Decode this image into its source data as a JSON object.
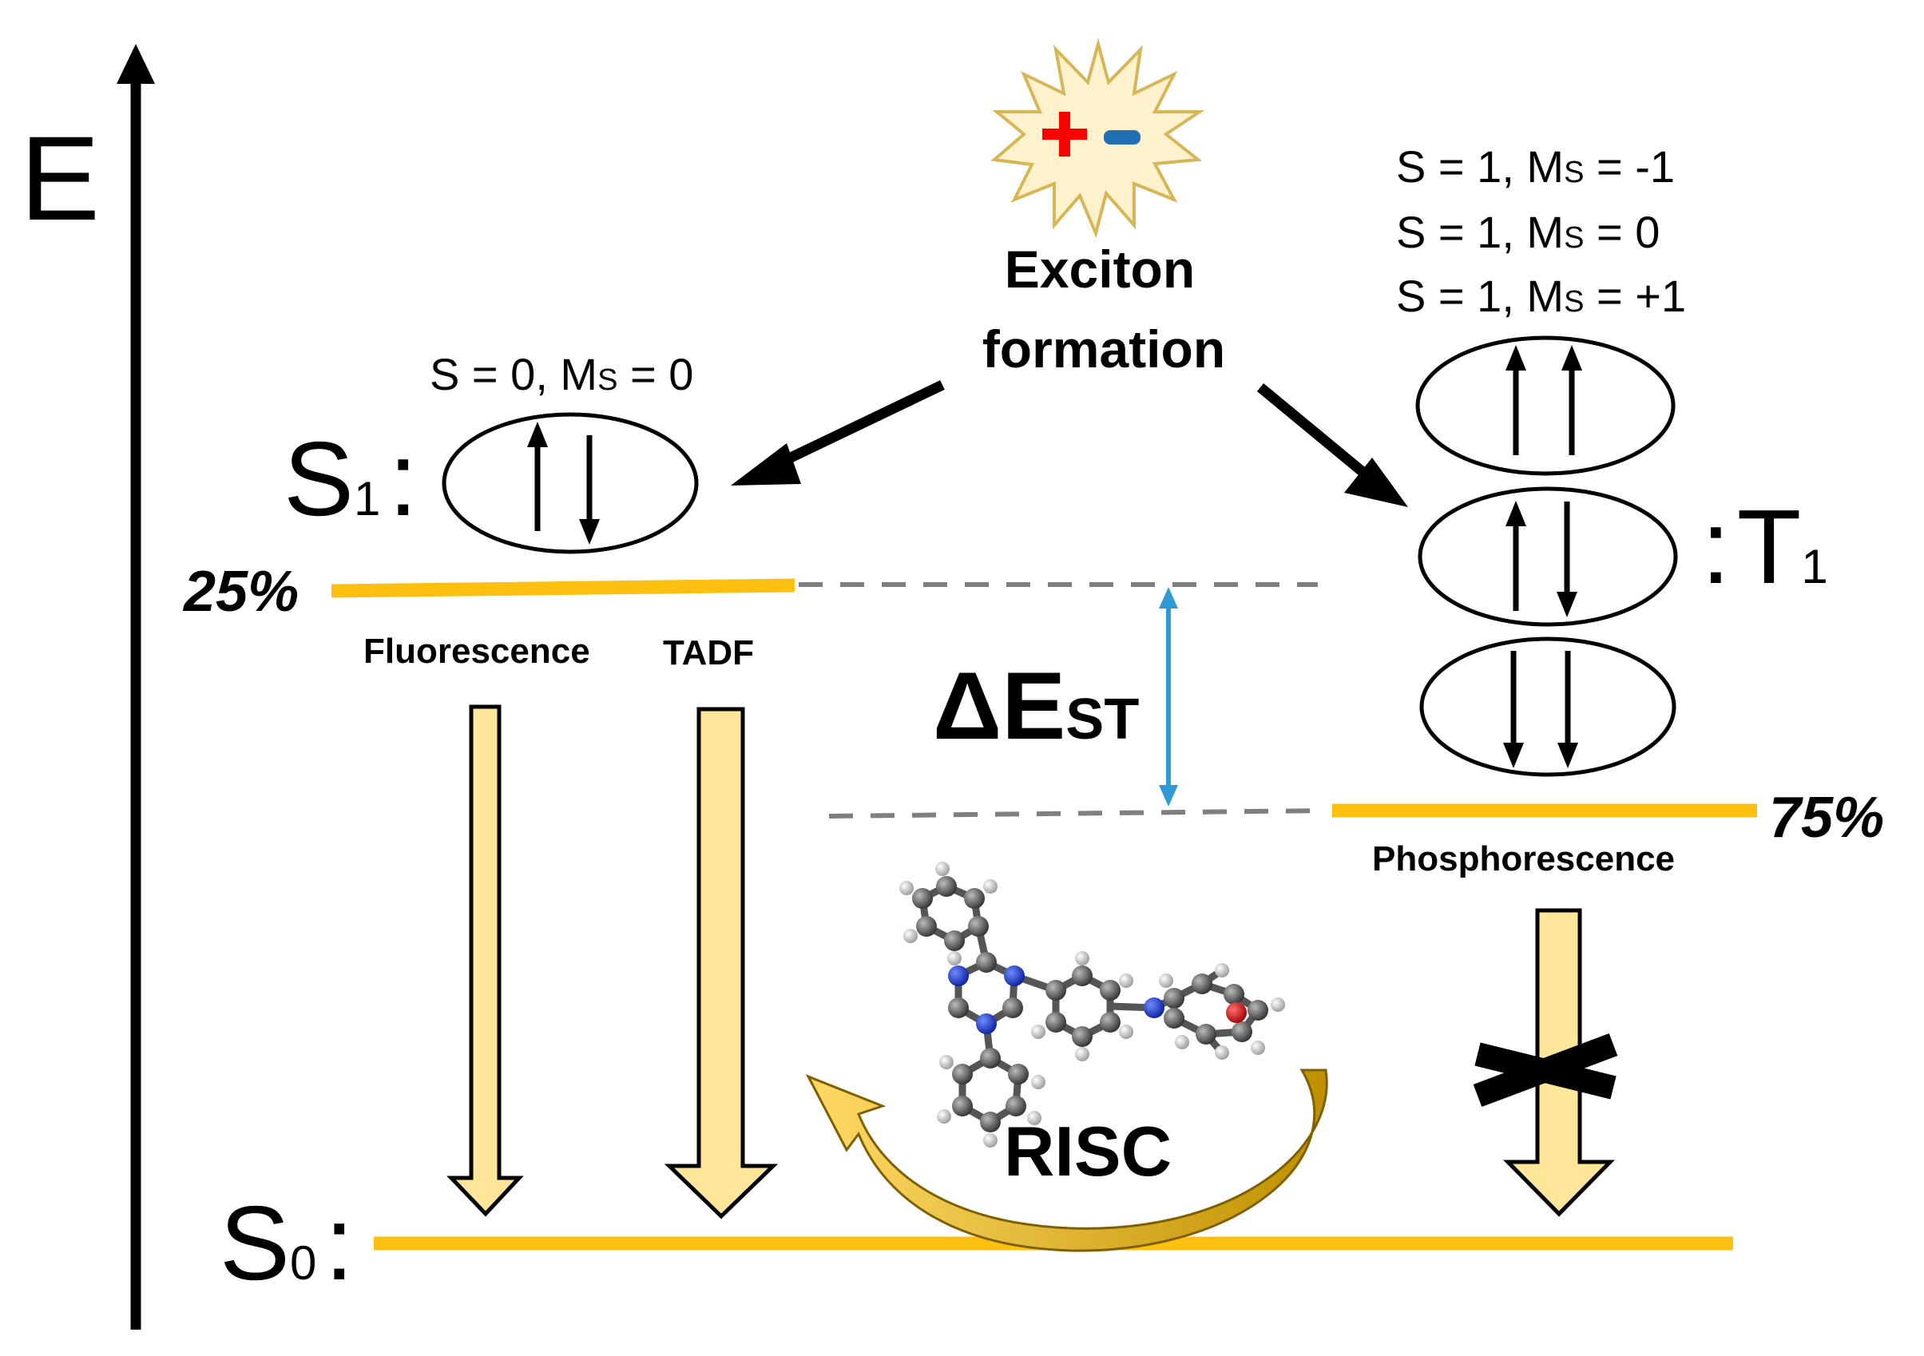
{
  "axis": {
    "label": "E"
  },
  "exciton": {
    "plus_symbol": "+",
    "minus_symbol": "-",
    "line1": "Exciton",
    "line2": "formation"
  },
  "singlet": {
    "main": "S",
    "sub": "1",
    "colon": ":",
    "spin_state": "S = 0, M",
    "spin_ms_sub": "S",
    "spin_tail": " = 0",
    "population": "25%"
  },
  "triplet": {
    "colon": ":",
    "main": "T",
    "sub": "1",
    "spin_states": [
      {
        "prefix": "S = 1, M",
        "sub": "S",
        "tail": " = -1"
      },
      {
        "prefix": "S = 1, M",
        "sub": "S",
        "tail": " =  0"
      },
      {
        "prefix": "S = 1, M",
        "sub": "S",
        "tail": " = +1"
      }
    ],
    "population": "75%"
  },
  "ground": {
    "main": "S",
    "sub": "0",
    "colon": ":"
  },
  "gap": {
    "symbol": "ΔE",
    "sub": "ST"
  },
  "processes": {
    "fluorescence": "Fluorescence",
    "tadf": "TADF",
    "phosphorescence": "Phosphorescence",
    "risc": "RISC"
  },
  "colors": {
    "energy_level": "#fdc010",
    "emission_arrow": "#ffe699",
    "risc_arrow_light": "#ffd966",
    "risc_arrow_dark": "#bf9000",
    "gap_arrow": "#2e9ad6",
    "dashes": "#7f7f7f",
    "plus": "#ff0000",
    "minus": "#1f6fb2",
    "starburst_fill": "#fff2cc",
    "starburst_stroke": "#d6b656"
  },
  "icons": [
    "starburst-icon",
    "molecule-icon",
    "forbidden-cross-icon"
  ]
}
